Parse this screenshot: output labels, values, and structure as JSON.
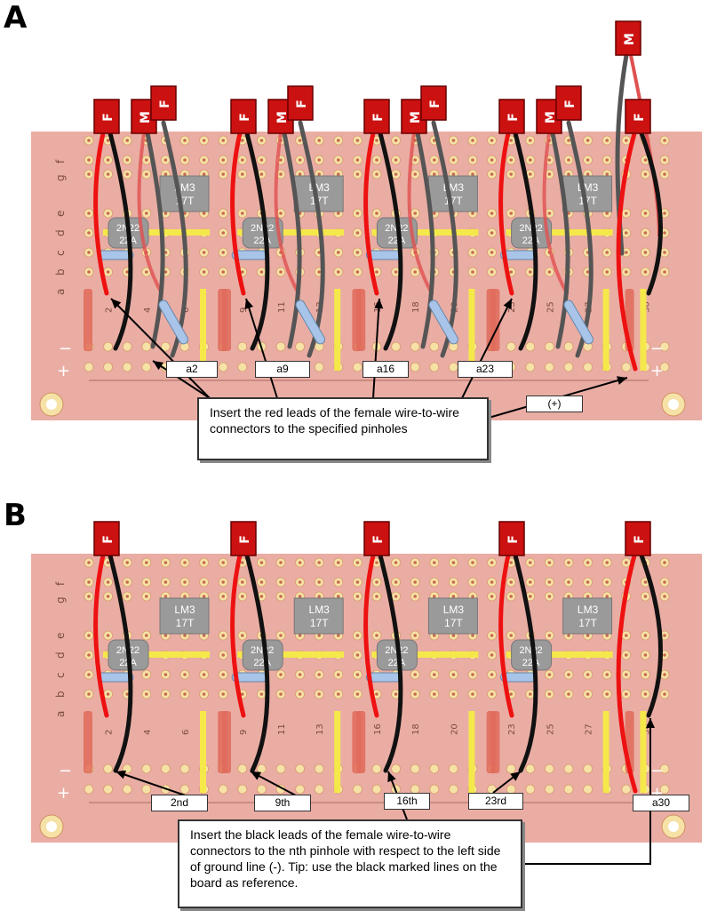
{
  "panels": [
    {
      "letter": "A",
      "tags": [
        "a2",
        "a9",
        "a16",
        "a23",
        "(+)"
      ],
      "callout": "Insert the red leads of the female wire-to-wire connectors to the specified pinholes"
    },
    {
      "letter": "B",
      "tags": [
        "2nd",
        "9th",
        "16th",
        "23rd",
        "a30"
      ],
      "callout": "Insert the black leads of the female wire-to-wire connectors to the nth pinhole with respect to the left side of ground line (-). Tip: use the black marked lines on the board as reference."
    }
  ],
  "connector_labels": {
    "female": "F",
    "male": "M"
  },
  "board": {
    "row_labels_top": [
      "f",
      "g"
    ],
    "row_labels_mid": [
      "a",
      "b",
      "c",
      "d",
      "e"
    ],
    "rail_labels": [
      "−",
      "+"
    ],
    "column_numbers": [
      "2",
      "4",
      "6",
      "9",
      "11",
      "13",
      "16",
      "18",
      "20",
      "23",
      "25",
      "27",
      "30"
    ],
    "chip_label": [
      "LM3",
      "17T"
    ],
    "transistor_label": [
      "2N22",
      "22A"
    ]
  },
  "colors": {
    "board": "#e8a49a",
    "hole": "#f6e2a6",
    "red_wire": "#ee1111",
    "black_wire": "#111111",
    "gray_wire": "#555555",
    "connector": "#cc1111"
  }
}
